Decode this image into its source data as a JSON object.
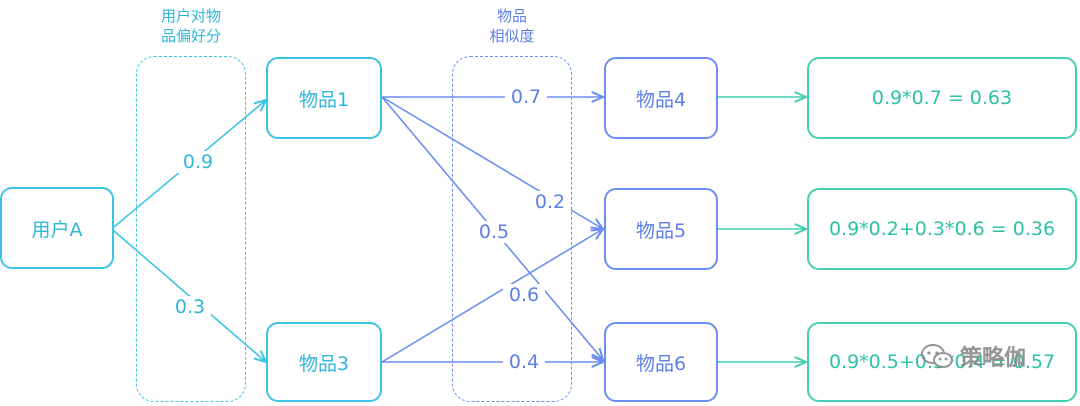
{
  "colors": {
    "cyan": "#3cc4e6",
    "blue": "#6b8ff0",
    "green": "#43d0b0"
  },
  "groups": {
    "user_pref_caption": [
      "用户对物",
      "品偏好分"
    ],
    "item_sim_caption": [
      "物品",
      "相似度"
    ]
  },
  "nodes": {
    "user": "用户A",
    "item1": "物品1",
    "item3": "物品3",
    "item4": "物品4",
    "item5": "物品5",
    "item6": "物品6"
  },
  "edges": {
    "user_item1": "0.9",
    "user_item3": "0.3",
    "item1_item4": "0.7",
    "item1_item5": "0.2",
    "item1_item6": "0.5",
    "item3_item5": "0.6",
    "item3_item6": "0.4"
  },
  "results": {
    "item4": "0.9*0.7 = 0.63",
    "item5": "0.9*0.2+0.3*0.6 = 0.36",
    "item6": "0.9*0.5+0.3*0.4 = 0.57"
  },
  "watermark": {
    "text": "策略伽",
    "icon": "wechat-icon"
  }
}
